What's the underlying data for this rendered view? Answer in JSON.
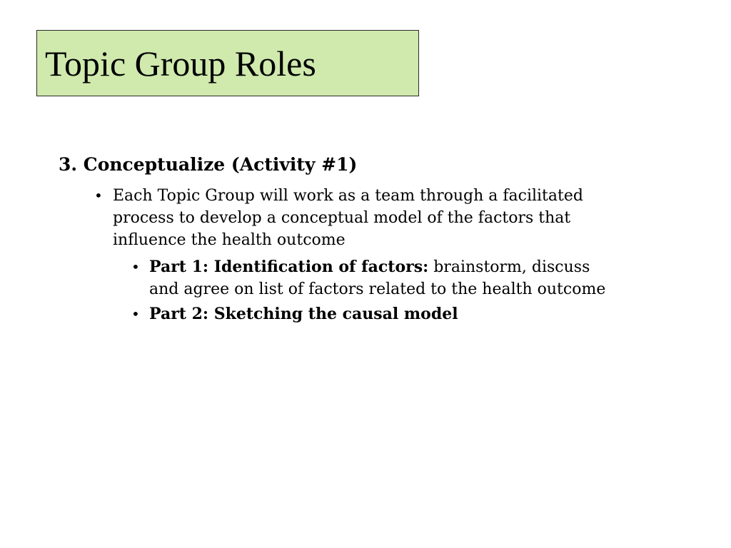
{
  "slide": {
    "title": "Topic Group Roles",
    "title_bg": "#d0e9ad",
    "heading": "3. Conceptualize (Activity #1)",
    "bullets": [
      {
        "text": "Each Topic Group will work as a team through a facilitated process to develop a conceptual model of the factors that influence the health outcome",
        "lines": [
          "Each Topic Group will work as a team through a facilitated",
          "process to develop a conceptual model of the factors that",
          "influence the health outcome"
        ],
        "sub": [
          {
            "bold": "Part 1: Identification of factors:",
            "rest": " brainstorm, discuss",
            "line2": "and agree on list of factors related to the health outcome"
          },
          {
            "bold": "Part 2: Sketching the causal model",
            "rest": ""
          }
        ]
      }
    ],
    "bullet_glyph": "•"
  }
}
